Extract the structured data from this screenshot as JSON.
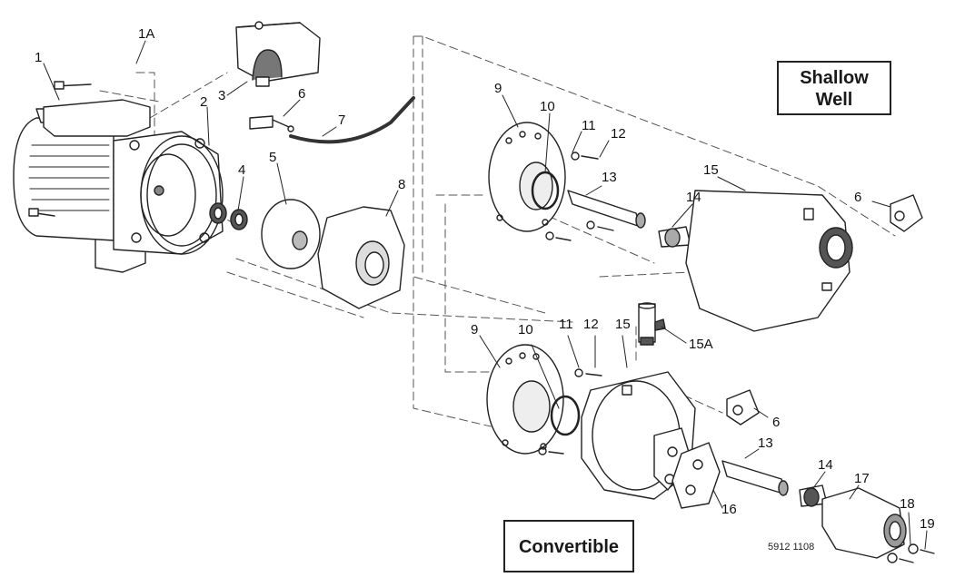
{
  "diagram": {
    "boxes": {
      "shallow_well_line1": "Shallow",
      "shallow_well_line2": "Well",
      "convertible": "Convertible"
    },
    "drawing_code": "5912 1108",
    "callouts": {
      "c1": "1",
      "c1a": "1A",
      "c2": "2",
      "c3": "3",
      "c4": "4",
      "c5": "5",
      "c6a": "6",
      "c7": "7",
      "c8": "8",
      "c9a": "9",
      "c10a": "10",
      "c11a": "11",
      "c12a": "12",
      "c13a": "13",
      "c14a": "14",
      "c15a": "15",
      "c6b": "6",
      "c9b": "9",
      "c10b": "10",
      "c11b": "11",
      "c12b": "12",
      "c15b": "15",
      "c15A": "15A",
      "c6c": "6",
      "c13b": "13",
      "c14b": "14",
      "c16": "16",
      "c17": "17",
      "c18": "18",
      "c19": "19"
    }
  }
}
